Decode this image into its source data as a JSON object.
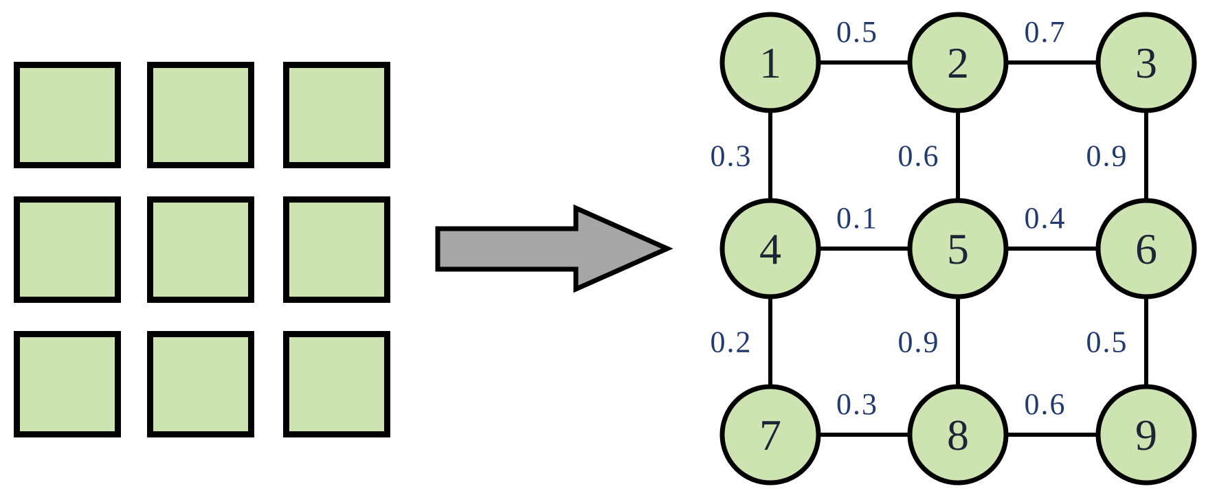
{
  "figure": {
    "description": "3x3 grid of image pixels transformed into a 3x3 weighted grid graph with nodes 1 to 9"
  },
  "colors": {
    "background": "#ffffff",
    "cell_fill": "#cde3b2",
    "node_fill": "#cde3b2",
    "outline": "#000000",
    "arrow_fill": "#a6a6a6",
    "node_text": "#1d2433",
    "weight_text": "#233a6b"
  },
  "left_grid": {
    "rows": 3,
    "cols": 3
  },
  "arrow": {
    "direction": "right"
  },
  "graph": {
    "nodes": [
      {
        "id": "1",
        "row": 0,
        "col": 0
      },
      {
        "id": "2",
        "row": 0,
        "col": 1
      },
      {
        "id": "3",
        "row": 0,
        "col": 2
      },
      {
        "id": "4",
        "row": 1,
        "col": 0
      },
      {
        "id": "5",
        "row": 1,
        "col": 1
      },
      {
        "id": "6",
        "row": 1,
        "col": 2
      },
      {
        "id": "7",
        "row": 2,
        "col": 0
      },
      {
        "id": "8",
        "row": 2,
        "col": 1
      },
      {
        "id": "9",
        "row": 2,
        "col": 2
      }
    ],
    "edges": [
      {
        "from": "1",
        "to": "2",
        "weight": "0.5"
      },
      {
        "from": "2",
        "to": "3",
        "weight": "0.7"
      },
      {
        "from": "1",
        "to": "4",
        "weight": "0.3"
      },
      {
        "from": "2",
        "to": "5",
        "weight": "0.6"
      },
      {
        "from": "3",
        "to": "6",
        "weight": "0.9"
      },
      {
        "from": "4",
        "to": "5",
        "weight": "0.1"
      },
      {
        "from": "5",
        "to": "6",
        "weight": "0.4"
      },
      {
        "from": "4",
        "to": "7",
        "weight": "0.2"
      },
      {
        "from": "5",
        "to": "8",
        "weight": "0.9"
      },
      {
        "from": "6",
        "to": "9",
        "weight": "0.5"
      },
      {
        "from": "7",
        "to": "8",
        "weight": "0.3"
      },
      {
        "from": "8",
        "to": "9",
        "weight": "0.6"
      }
    ]
  }
}
